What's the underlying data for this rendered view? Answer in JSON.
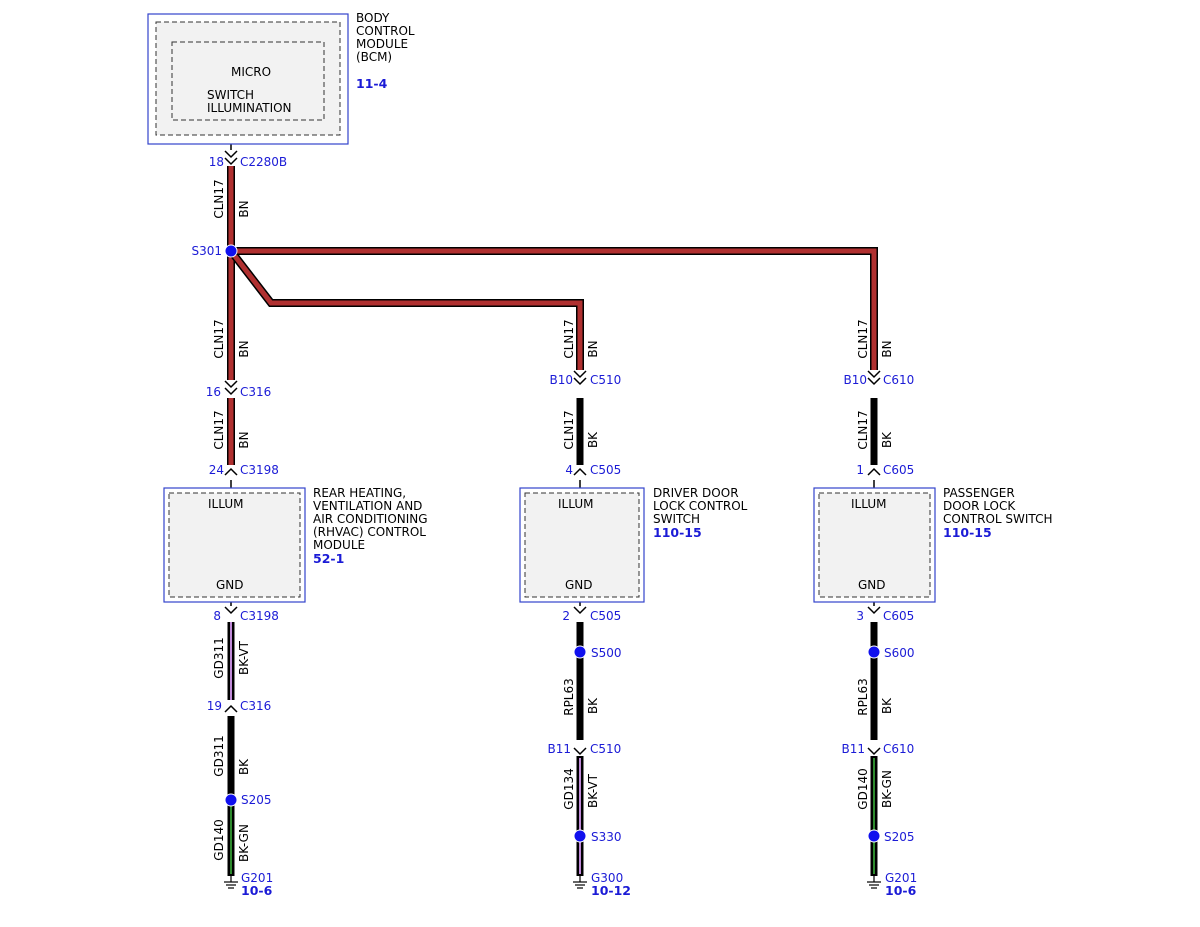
{
  "colors": {
    "wire_bn": "#b03030",
    "wire_bk": "#000000",
    "stripe_vt": "#c08ad8",
    "stripe_gn": "#2e8b2e",
    "connector_text": "#1b1bd6",
    "splice": "#1010ee",
    "module_border": "#3344cc",
    "module_fill": "#f2f2f2"
  },
  "bcm": {
    "name_lines": [
      "BODY",
      "CONTROL",
      "MODULE",
      "(BCM)"
    ],
    "ref": "11-4",
    "micro": "MICRO",
    "switch_lines": [
      "SWITCH",
      "ILLUMINATION"
    ]
  },
  "rhvac": {
    "name_lines": [
      "REAR HEATING,",
      "VENTILATION AND",
      "AIR CONDITIONING",
      "(RHVAC) CONTROL",
      "MODULE"
    ],
    "ref": "52-1",
    "top_pin": "ILLUM",
    "bottom_pin": "GND"
  },
  "driver": {
    "name_lines": [
      "DRIVER DOOR",
      "LOCK CONTROL",
      "SWITCH"
    ],
    "ref": "110-15",
    "top_pin": "ILLUM",
    "bottom_pin": "GND"
  },
  "passenger": {
    "name_lines": [
      "PASSENGER",
      "DOOR LOCK",
      "CONTROL SWITCH"
    ],
    "ref": "110-15",
    "top_pin": "ILLUM",
    "bottom_pin": "GND"
  },
  "connectors": {
    "bcm_out": {
      "pin": "18",
      "id": "C2280B"
    },
    "c316_a": {
      "pin": "16",
      "id": "C316"
    },
    "c3198_in": {
      "pin": "24",
      "id": "C3198"
    },
    "c510_a": {
      "pin": "B10",
      "id": "C510"
    },
    "c505_in": {
      "pin": "4",
      "id": "C505"
    },
    "c610_a": {
      "pin": "B10",
      "id": "C610"
    },
    "c605_in": {
      "pin": "1",
      "id": "C605"
    },
    "c3198_out": {
      "pin": "8",
      "id": "C3198"
    },
    "c316_b": {
      "pin": "19",
      "id": "C316"
    },
    "c505_out": {
      "pin": "2",
      "id": "C505"
    },
    "c510_b": {
      "pin": "B11",
      "id": "C510"
    },
    "c605_out": {
      "pin": "3",
      "id": "C605"
    },
    "c610_b": {
      "pin": "B11",
      "id": "C610"
    }
  },
  "splices": {
    "s301": "S301",
    "s205_left": "S205",
    "s500": "S500",
    "s330": "S330",
    "s600": "S600",
    "s205_right": "S205"
  },
  "grounds": {
    "left": {
      "id": "G201",
      "ref": "10-6"
    },
    "middle": {
      "id": "G300",
      "ref": "10-12"
    },
    "right": {
      "id": "G201",
      "ref": "10-6"
    }
  },
  "wires": {
    "w_bcm_s301": {
      "circuit": "CLN17",
      "color": "BN"
    },
    "w_s301_c316": {
      "circuit": "CLN17",
      "color": "BN"
    },
    "w_c316_c3198": {
      "circuit": "CLN17",
      "color": "BN"
    },
    "w_drv_upper": {
      "circuit": "CLN17",
      "color": "BN"
    },
    "w_drv_lower": {
      "circuit": "CLN17",
      "color": "BK"
    },
    "w_pas_upper": {
      "circuit": "CLN17",
      "color": "BN"
    },
    "w_pas_lower": {
      "circuit": "CLN17",
      "color": "BK"
    },
    "w_rh_gnd1": {
      "circuit": "GD311",
      "color": "BK-VT"
    },
    "w_rh_gnd2": {
      "circuit": "GD311",
      "color": "BK"
    },
    "w_rh_gnd3": {
      "circuit": "GD140",
      "color": "BK-GN"
    },
    "w_drv_gnd1": {
      "circuit": "RPL63",
      "color": "BK"
    },
    "w_drv_gnd2": {
      "circuit": "GD134",
      "color": "BK-VT"
    },
    "w_pas_gnd1": {
      "circuit": "RPL63",
      "color": "BK"
    },
    "w_pas_gnd2": {
      "circuit": "GD140",
      "color": "BK-GN"
    }
  }
}
